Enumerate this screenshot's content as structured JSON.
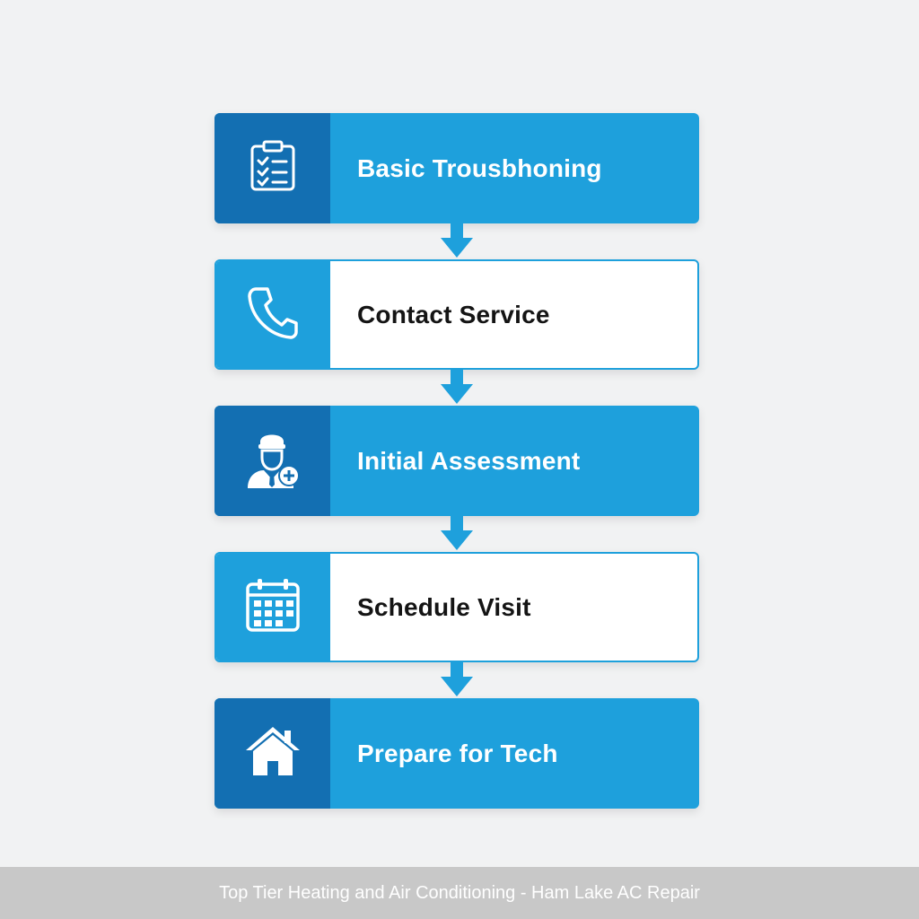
{
  "colors": {
    "background": "#f1f2f3",
    "step_light_blue": "#1ea0dc",
    "step_dark_blue": "#136fb2",
    "outline_text": "#141414",
    "footer_bar": "#c8c8c8"
  },
  "steps": [
    {
      "label": "Basic Trousbhoning",
      "icon": "clipboard-checklist-icon",
      "style": "solid"
    },
    {
      "label": "Contact Service",
      "icon": "phone-icon",
      "style": "outline"
    },
    {
      "label": "Initial Assessment",
      "icon": "technician-icon",
      "style": "solid"
    },
    {
      "label": "Schedule Visit",
      "icon": "calendar-icon",
      "style": "outline"
    },
    {
      "label": "Prepare for Tech",
      "icon": "house-icon",
      "style": "solid"
    }
  ],
  "footer": {
    "text": "Top Tier Heating and Air Conditioning - Ham Lake AC Repair"
  }
}
